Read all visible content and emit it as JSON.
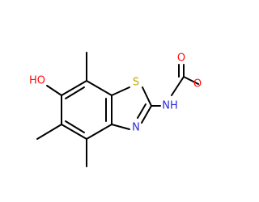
{
  "molecule": {
    "atoms": {
      "hydroxyl_o": {
        "label": "HO",
        "color": "#ff0d0d"
      },
      "ring_s": {
        "label": "S",
        "color": "#c8a800"
      },
      "ring_n": {
        "label": "N",
        "color": "#2a2ad8"
      },
      "amine_nh": {
        "label": "NH",
        "color": "#2a2ad8"
      },
      "carbonyl_o": {
        "label": "O",
        "color": "#ff0d0d"
      },
      "ester_o": {
        "label": "O",
        "color": "#ff0d0d"
      }
    },
    "bond_color": "#000000"
  }
}
